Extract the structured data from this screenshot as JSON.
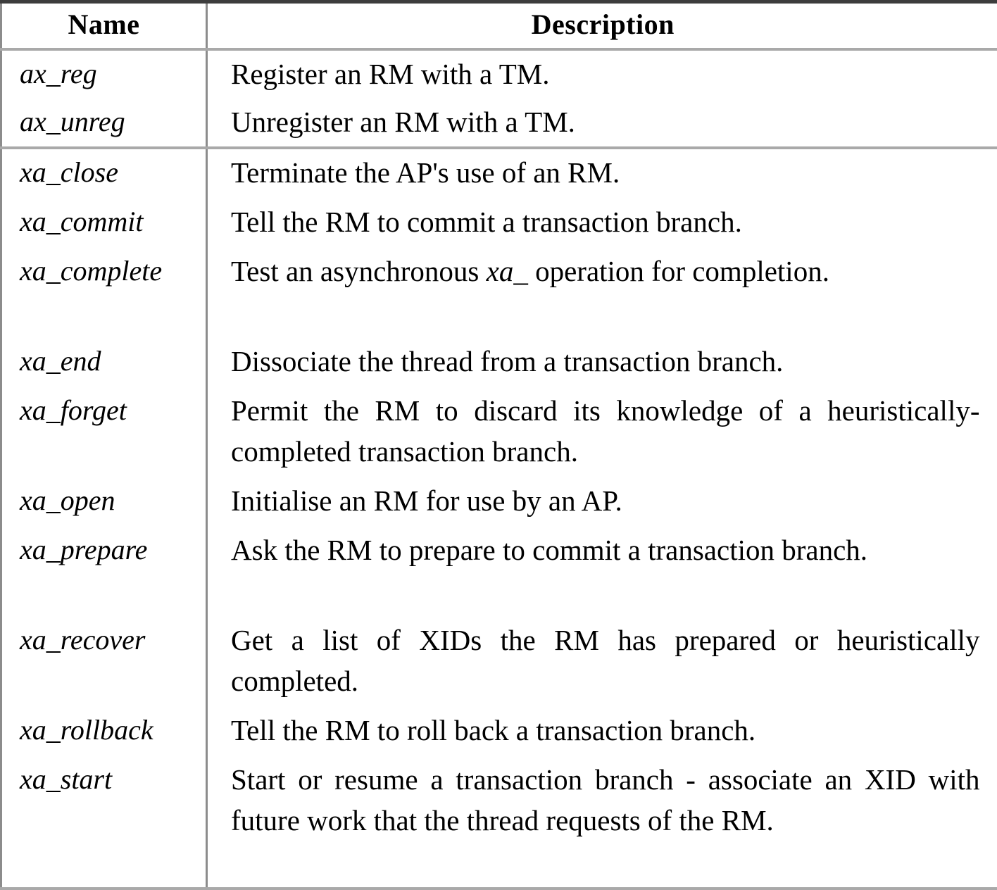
{
  "table": {
    "columns": [
      {
        "key": "name",
        "label": "Name",
        "align": "center"
      },
      {
        "key": "description",
        "label": "Description",
        "align": "center"
      }
    ],
    "groups": [
      {
        "id": "ax-group",
        "rows": [
          {
            "name": "ax_reg",
            "description": "Register an RM with a TM.",
            "lines": 1
          },
          {
            "name": "ax_unreg",
            "description": "Unregister an RM with a TM.",
            "lines": 1
          }
        ]
      },
      {
        "id": "xa-group",
        "rows": [
          {
            "name": "xa_close",
            "description": "Terminate the AP's use of an RM.",
            "lines": 1
          },
          {
            "name": "xa_commit",
            "description": "Tell the RM to commit a transaction branch.",
            "lines": 1
          },
          {
            "name": "xa_complete",
            "description_pre": "Test an asynchronous ",
            "description_italic": "xa_",
            "description_post": " operation for completion.",
            "description": "Test an asynchronous xa_ operation for completion.",
            "lines": 2
          },
          {
            "name": "xa_end",
            "description": "Dissociate the thread from a transaction branch.",
            "lines": 1
          },
          {
            "name": "xa_forget",
            "description": "Permit the RM to discard its knowledge of a heuristically-completed transaction branch.",
            "lines": 2
          },
          {
            "name": "xa_open",
            "description": "Initialise an RM for use by an AP.",
            "lines": 1
          },
          {
            "name": "xa_prepare",
            "description": "Ask the RM to prepare to commit a transaction branch.",
            "lines": 2
          },
          {
            "name": "xa_recover",
            "description": "Get a list of XIDs the RM has prepared or heuristically completed.",
            "lines": 2
          },
          {
            "name": "xa_rollback",
            "description": "Tell the RM to roll back a transaction branch.",
            "lines": 1
          },
          {
            "name": "xa_start",
            "description": "Start or resume a transaction branch - associate an XID with future work that the thread requests of the RM.",
            "lines": 3
          }
        ]
      }
    ]
  },
  "style": {
    "page_background": "#ffffff",
    "text_color": "#000000",
    "top_border_color": "#3d3d3d",
    "rule_color": "#a9a9a9",
    "vertical_rule_color": "#8c8c8c"
  }
}
